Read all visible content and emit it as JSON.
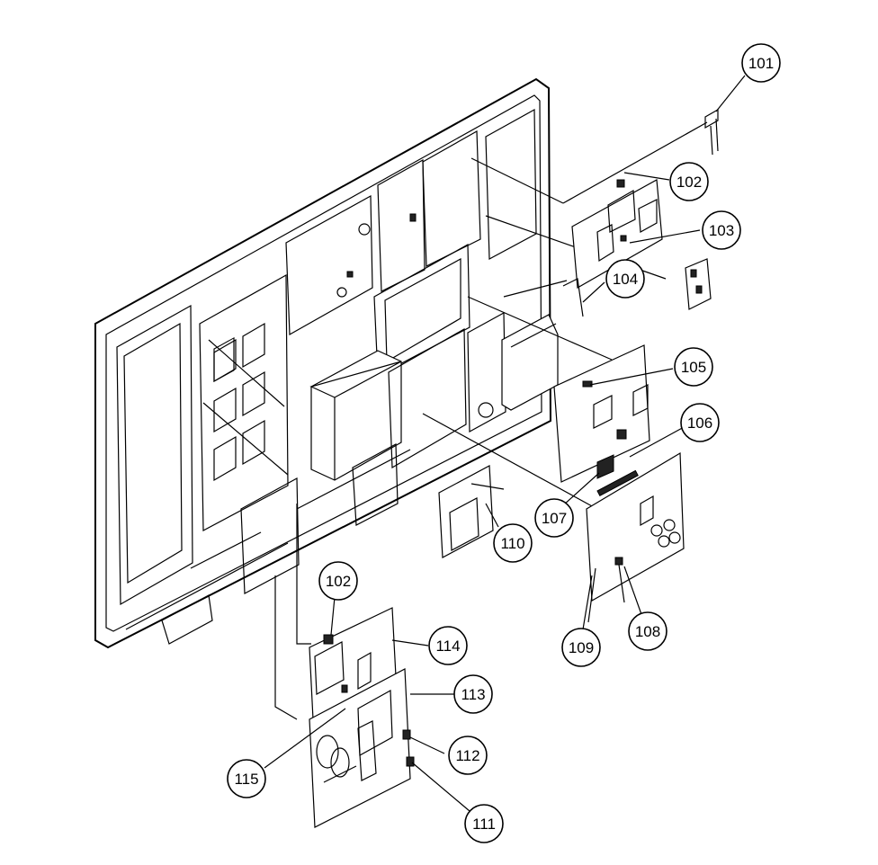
{
  "callouts": [
    {
      "id": "c101",
      "label": "101"
    },
    {
      "id": "c102a",
      "label": "102"
    },
    {
      "id": "c103",
      "label": "103"
    },
    {
      "id": "c104",
      "label": "104"
    },
    {
      "id": "c105",
      "label": "105"
    },
    {
      "id": "c106",
      "label": "106"
    },
    {
      "id": "c107",
      "label": "107"
    },
    {
      "id": "c108",
      "label": "108"
    },
    {
      "id": "c109",
      "label": "109"
    },
    {
      "id": "c110",
      "label": "110"
    },
    {
      "id": "c102b",
      "label": "102"
    },
    {
      "id": "c111",
      "label": "111"
    },
    {
      "id": "c112",
      "label": "112"
    },
    {
      "id": "c113",
      "label": "113"
    },
    {
      "id": "c114",
      "label": "114"
    },
    {
      "id": "c115",
      "label": "115"
    }
  ]
}
